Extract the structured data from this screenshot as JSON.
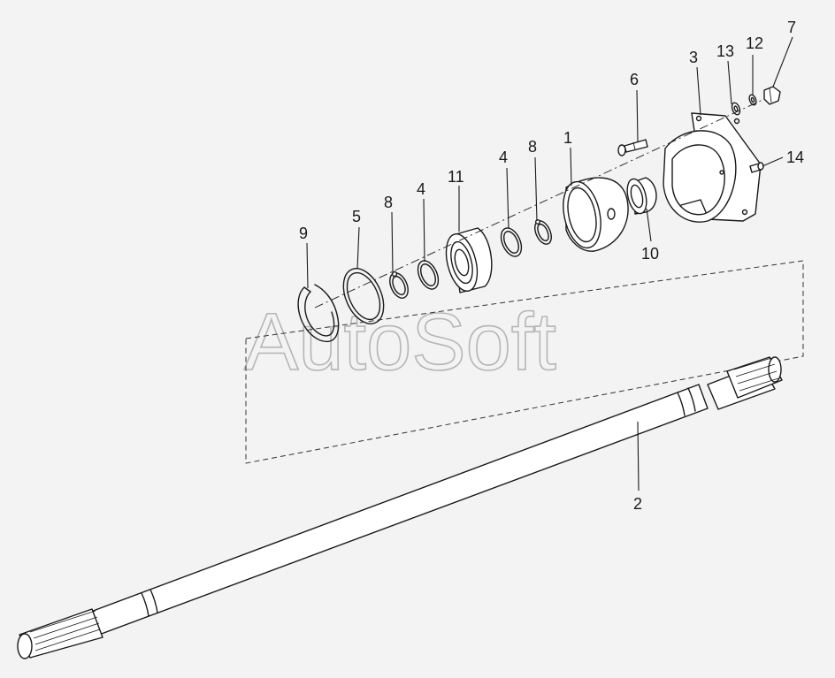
{
  "watermark": "AutoSoft",
  "labels": {
    "p1": "1",
    "p2": "2",
    "p3": "3",
    "p4a": "4",
    "p4b": "4",
    "p5": "5",
    "p6": "6",
    "p7": "7",
    "p8a": "8",
    "p8b": "8",
    "p9": "9",
    "p10": "10",
    "p11": "11",
    "p12": "12",
    "p13": "13",
    "p14": "14"
  },
  "colors": {
    "background": "#f3f3f3",
    "line": "#1a1a1a",
    "watermark": "#b5b5b5"
  }
}
